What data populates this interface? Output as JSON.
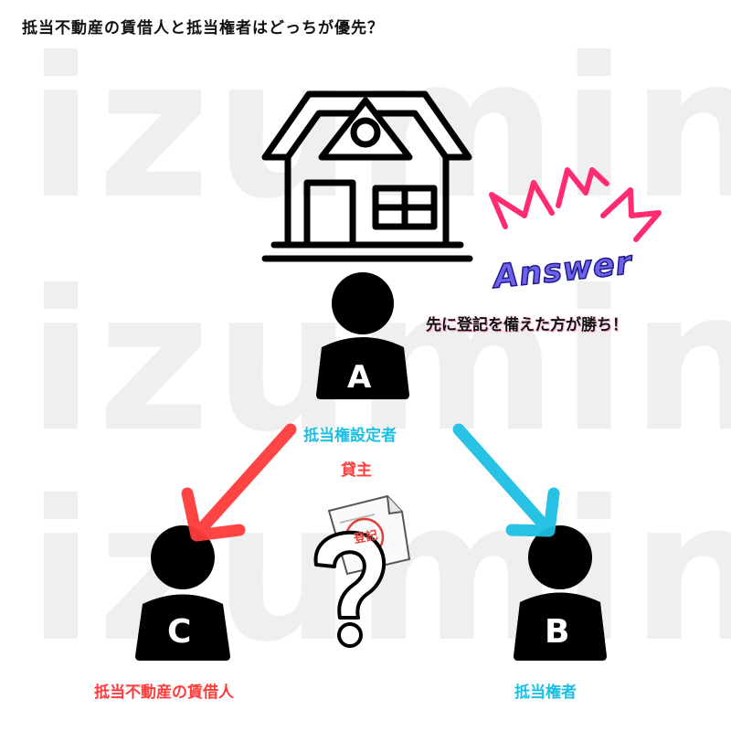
{
  "title": "抵当不動産の賃借人と抵当権者はどっちが優先？",
  "watermark": [
    "izumin",
    "izumin",
    "izumin"
  ],
  "answer": {
    "word": "Answer",
    "text": "先に登記を備えた方が勝ち！"
  },
  "person_a": {
    "letter": "A",
    "role1": "抵当権設定者",
    "role2": "貸主"
  },
  "person_b": {
    "letter": "B",
    "role": "抵当権者"
  },
  "person_c": {
    "letter": "C",
    "role": "抵当不動産の賃借人"
  },
  "document": {
    "stamp": "登記"
  },
  "colors": {
    "red": "#ff3b3b",
    "cyan": "#1cbfe3",
    "pink": "#ff2d6f",
    "violet": "#6f62e8",
    "stamp": "#e0403a"
  }
}
